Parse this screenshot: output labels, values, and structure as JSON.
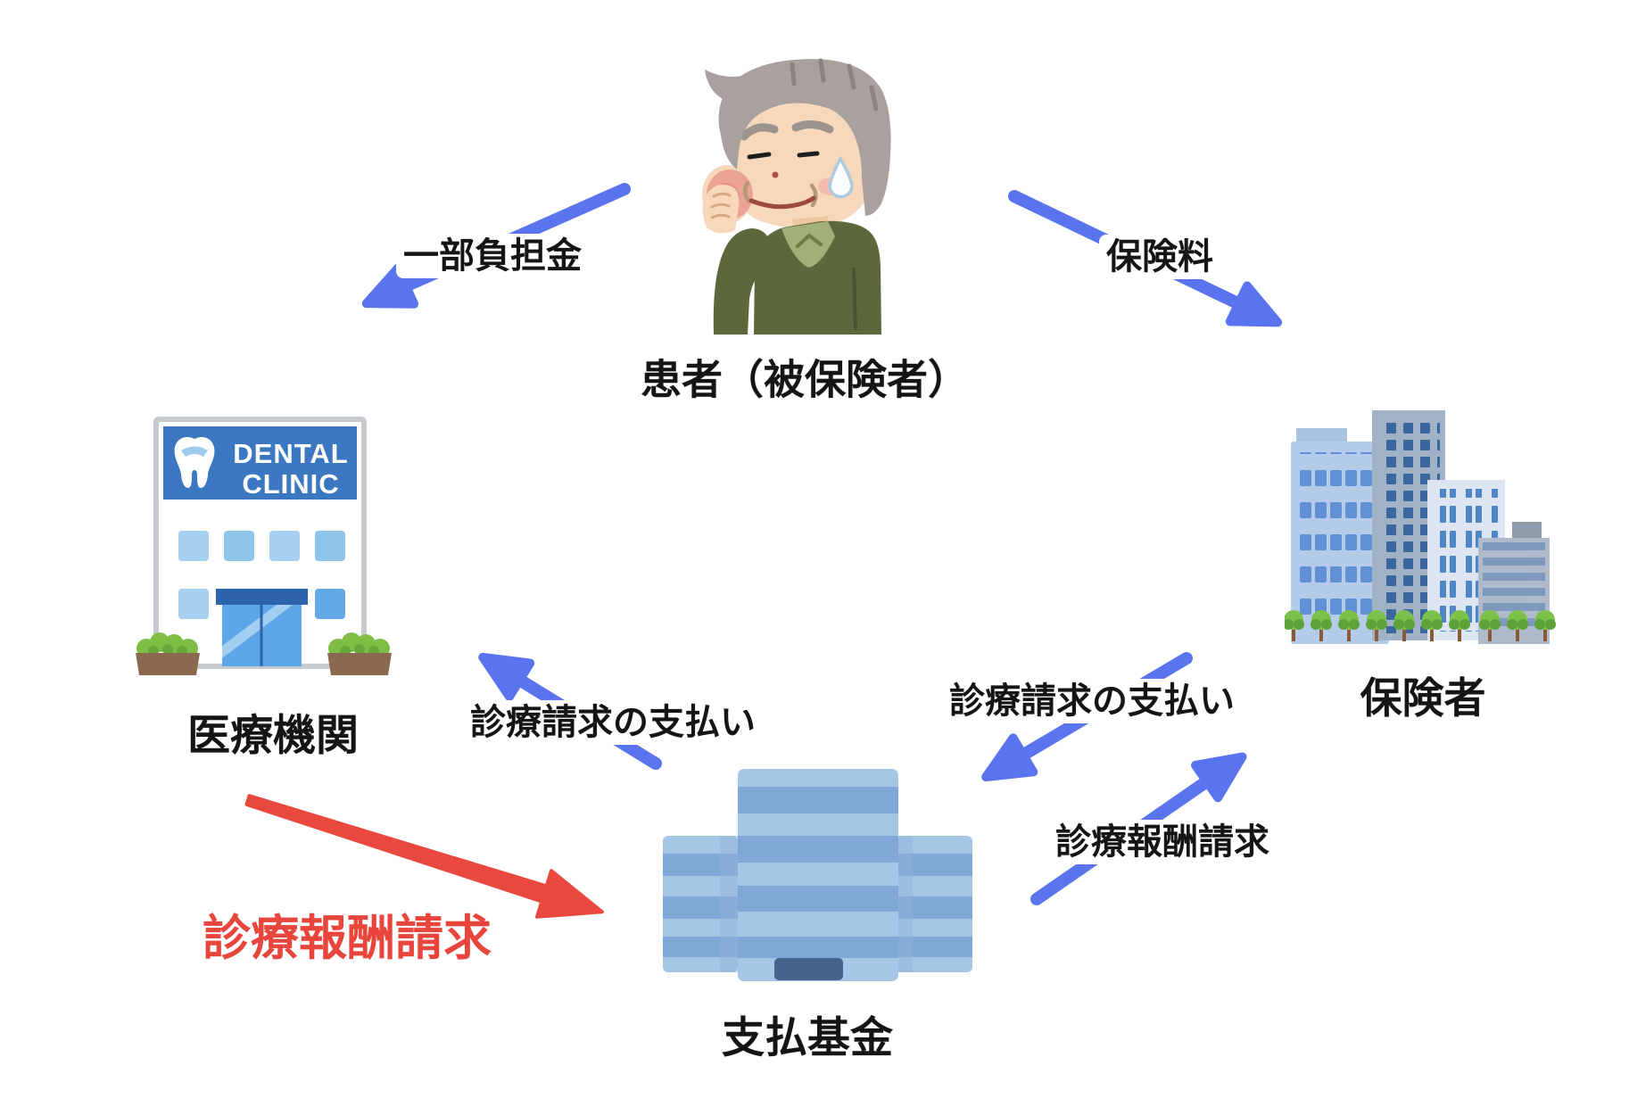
{
  "diagram": {
    "background": "#ffffff",
    "colors": {
      "arrow_blue": "#5A73EE",
      "arrow_red": "#E8483E",
      "label_text": "#151515",
      "red_label_text": "#E8463C"
    },
    "nodes": [
      {
        "id": "patient",
        "label": "患者（被保険者）",
        "illustration": "elderly-man-with-toothache"
      },
      {
        "id": "medical-institution",
        "label": "医療機関",
        "illustration": "dental-clinic-building",
        "sign": {
          "line1": "DENTAL",
          "line2": "CLINIC"
        }
      },
      {
        "id": "insurer",
        "label": "保険者",
        "illustration": "office-building-cluster"
      },
      {
        "id": "payment-fund",
        "label": "支払基金",
        "illustration": "striped-office-building"
      }
    ],
    "flows": [
      {
        "id": "copayment",
        "label": "一部負担金",
        "from": "患者（被保険者）",
        "to": "医療機関",
        "color": "blue"
      },
      {
        "id": "insurance-premium",
        "label": "保険料",
        "from": "患者（被保険者）",
        "to": "保険者",
        "color": "blue"
      },
      {
        "id": "claim-payment-to-medical",
        "label": "診療請求の支払い",
        "from": "支払基金",
        "to": "医療機関",
        "color": "blue"
      },
      {
        "id": "claim-payment-to-fund",
        "label": "診療請求の支払い",
        "from": "保険者",
        "to": "支払基金",
        "color": "blue"
      },
      {
        "id": "fee-claim-to-insurer",
        "label": "診療報酬請求",
        "from": "支払基金",
        "to": "保険者",
        "color": "blue"
      },
      {
        "id": "fee-claim-to-fund",
        "label": "診療報酬請求",
        "from": "医療機関",
        "to": "支払基金",
        "color": "red"
      }
    ]
  }
}
